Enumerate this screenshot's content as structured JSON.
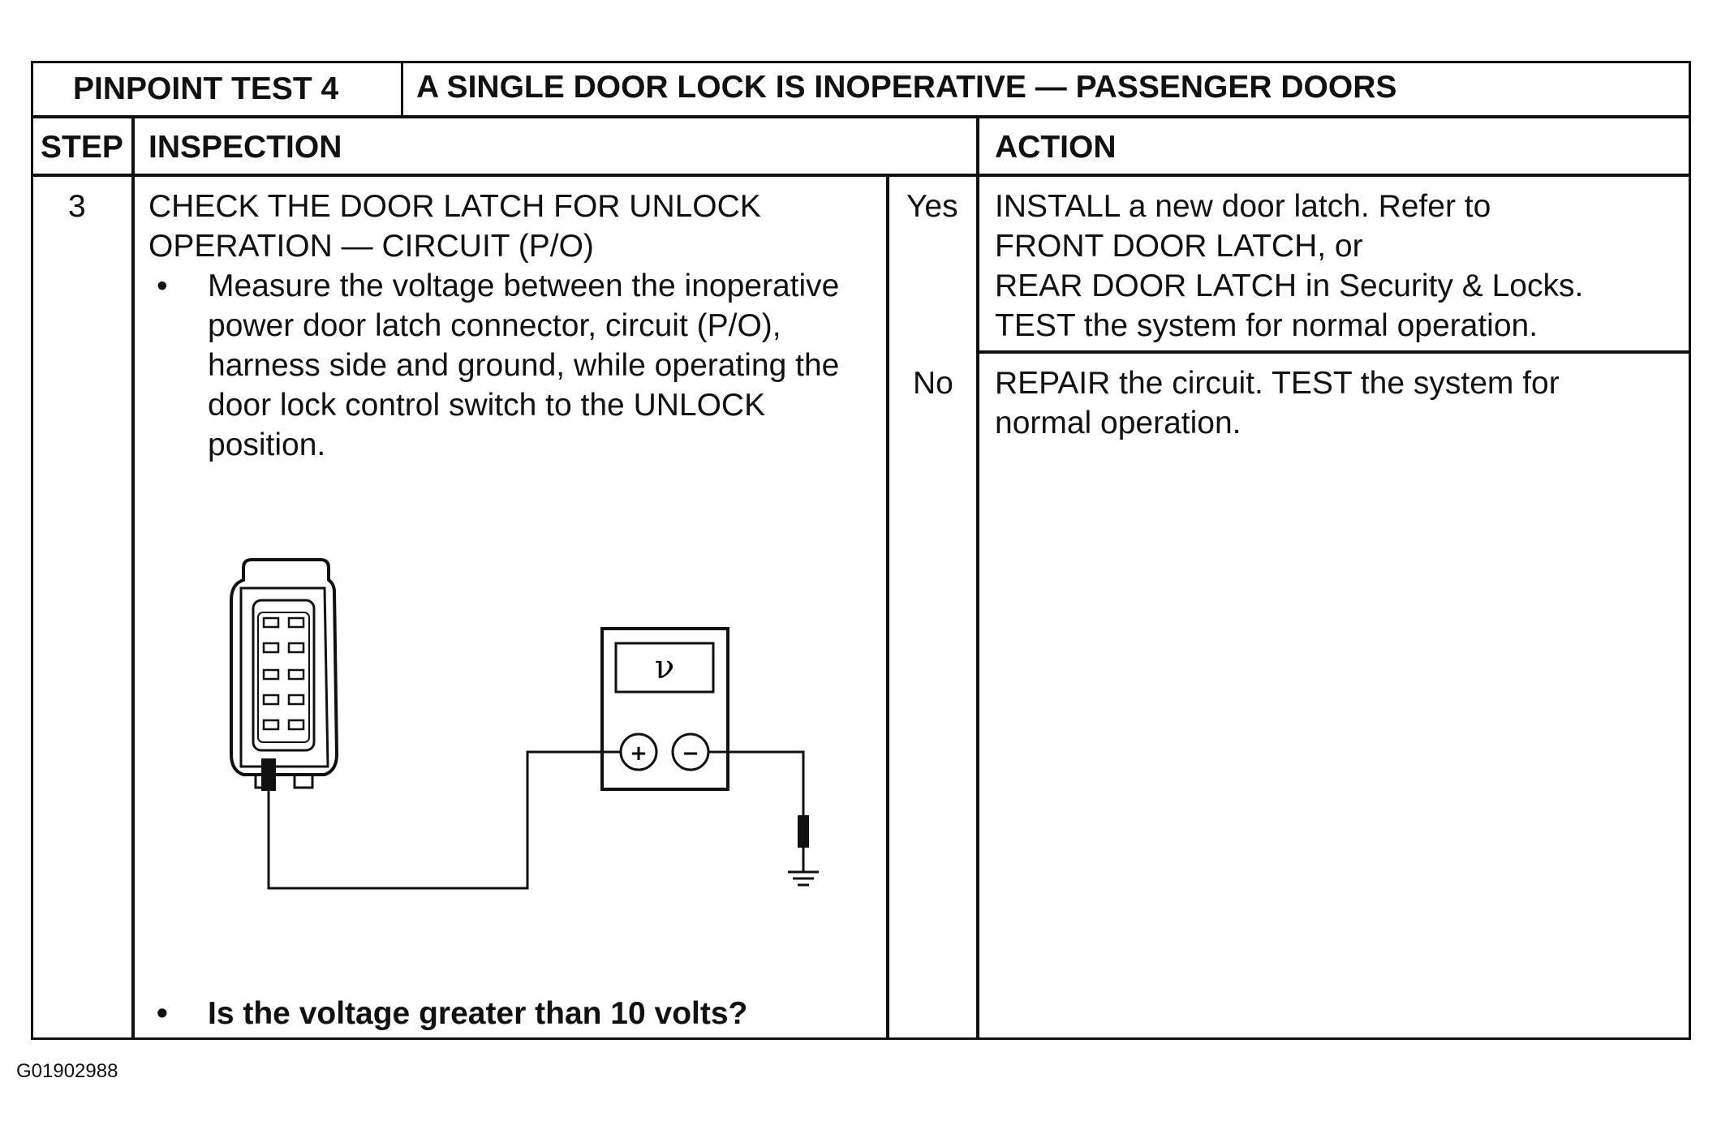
{
  "header": {
    "test_label": "PINPOINT TEST 4",
    "title": "A SINGLE DOOR LOCK IS INOPERATIVE — PASSENGER DOORS"
  },
  "columns": {
    "step": "STEP",
    "inspection": "INSPECTION",
    "action": "ACTION"
  },
  "row": {
    "step": "3",
    "inspection_title_line1": "CHECK THE DOOR LATCH FOR UNLOCK",
    "inspection_title_line2": "OPERATION — CIRCUIT (P/O)",
    "bullet_glyph": "•",
    "instruction": "Measure the voltage between the inoperative power door latch connector, circuit (P/O), harness side and ground, while operating the door lock control switch to the UNLOCK position.",
    "question": "Is the voltage greater than 10 volts?"
  },
  "answers": [
    {
      "label": "Yes",
      "lines": [
        "INSTALL a new door latch.  Refer to",
        "FRONT DOOR LATCH, or",
        "REAR DOOR LATCH in Security & Locks.",
        "TEST the system for normal operation."
      ]
    },
    {
      "label": "No",
      "lines": [
        "REPAIR the circuit.  TEST the system for",
        "normal operation."
      ]
    }
  ],
  "diagram": {
    "meter_symbol": "ν",
    "plus": "+",
    "minus": "−",
    "icons": [
      "connector-icon",
      "voltmeter-icon",
      "ground-icon"
    ]
  },
  "figure_id": "G01902988"
}
